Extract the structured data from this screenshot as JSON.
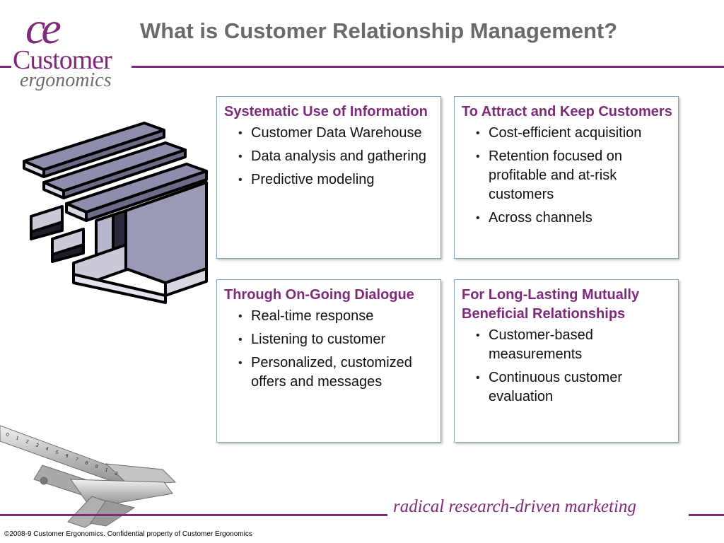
{
  "logo": {
    "mark": "ce",
    "word": "Customer",
    "sub": "ergonomics"
  },
  "title": "What is Customer Relationship Management?",
  "boxes": [
    {
      "heading": "Systematic Use of Information",
      "items": [
        "Customer Data Warehouse",
        "Data analysis and gathering",
        "Predictive modeling"
      ]
    },
    {
      "heading": "To Attract and Keep Customers",
      "items": [
        "Cost-efficient acquisition",
        "Retention focused on profitable and at-risk customers",
        "Across channels"
      ]
    },
    {
      "heading": "Through On-Going Dialogue",
      "items": [
        "Real-time response",
        "Listening to customer",
        "Personalized, customized offers and messages"
      ]
    },
    {
      "heading": "For Long-Lasting Mutually Beneficial Relationships",
      "items": [
        "Customer-based measurements",
        "Continuous customer evaluation"
      ]
    }
  ],
  "bullet_glyph": "•",
  "tagline": "radical research-driven marketing",
  "copyright": "©2008-9 Customer Ergonomics. Confidential property of Customer Ergonomics",
  "caliper_scale": [
    "0",
    "1",
    "2",
    "3",
    "4",
    "5",
    "6",
    "7",
    "8",
    "9",
    "1",
    "2"
  ],
  "colors": {
    "brand_purple": "#7e2a7b",
    "title_gray": "#6a6a6a",
    "box_border": "#7fa6c6",
    "beam_fill": "#8e8eac"
  }
}
